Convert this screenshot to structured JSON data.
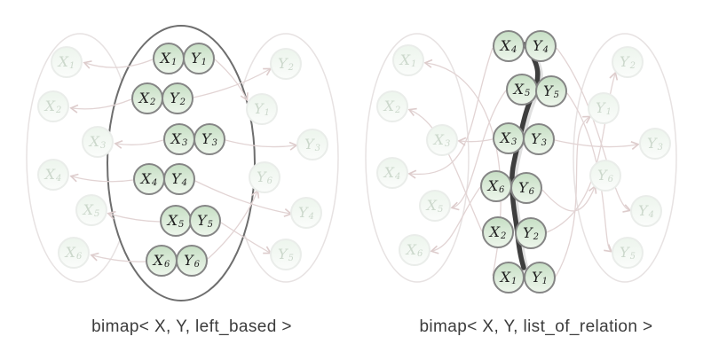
{
  "panels": [
    {
      "name": "left_based",
      "caption": "bimap< X, Y, left_based >",
      "left_set": [
        {
          "main": "X",
          "sub": "1"
        },
        {
          "main": "X",
          "sub": "2"
        },
        {
          "main": "X",
          "sub": "3"
        },
        {
          "main": "X",
          "sub": "4"
        },
        {
          "main": "X",
          "sub": "5"
        },
        {
          "main": "X",
          "sub": "6"
        }
      ],
      "right_set": [
        {
          "main": "Y",
          "sub": "2"
        },
        {
          "main": "Y",
          "sub": "1"
        },
        {
          "main": "Y",
          "sub": "3"
        },
        {
          "main": "Y",
          "sub": "6"
        },
        {
          "main": "Y",
          "sub": "4"
        },
        {
          "main": "Y",
          "sub": "5"
        }
      ],
      "pairs": [
        [
          {
            "main": "X",
            "sub": "1"
          },
          {
            "main": "Y",
            "sub": "1"
          }
        ],
        [
          {
            "main": "X",
            "sub": "2"
          },
          {
            "main": "Y",
            "sub": "2"
          }
        ],
        [
          {
            "main": "X",
            "sub": "3"
          },
          {
            "main": "Y",
            "sub": "3"
          }
        ],
        [
          {
            "main": "X",
            "sub": "4"
          },
          {
            "main": "Y",
            "sub": "4"
          }
        ],
        [
          {
            "main": "X",
            "sub": "5"
          },
          {
            "main": "Y",
            "sub": "5"
          }
        ],
        [
          {
            "main": "X",
            "sub": "6"
          },
          {
            "main": "Y",
            "sub": "6"
          }
        ]
      ]
    },
    {
      "name": "list_of_relation",
      "caption": "bimap< X, Y, list_of_relation >",
      "left_set": [
        {
          "main": "X",
          "sub": "1"
        },
        {
          "main": "X",
          "sub": "2"
        },
        {
          "main": "X",
          "sub": "3"
        },
        {
          "main": "X",
          "sub": "4"
        },
        {
          "main": "X",
          "sub": "5"
        },
        {
          "main": "X",
          "sub": "6"
        }
      ],
      "right_set": [
        {
          "main": "Y",
          "sub": "2"
        },
        {
          "main": "Y",
          "sub": "1"
        },
        {
          "main": "Y",
          "sub": "3"
        },
        {
          "main": "Y",
          "sub": "6"
        },
        {
          "main": "Y",
          "sub": "4"
        },
        {
          "main": "Y",
          "sub": "5"
        }
      ],
      "pairs": [
        [
          {
            "main": "X",
            "sub": "4"
          },
          {
            "main": "Y",
            "sub": "4"
          }
        ],
        [
          {
            "main": "X",
            "sub": "5"
          },
          {
            "main": "Y",
            "sub": "5"
          }
        ],
        [
          {
            "main": "X",
            "sub": "3"
          },
          {
            "main": "Y",
            "sub": "3"
          }
        ],
        [
          {
            "main": "X",
            "sub": "6"
          },
          {
            "main": "Y",
            "sub": "6"
          }
        ],
        [
          {
            "main": "X",
            "sub": "2"
          },
          {
            "main": "Y",
            "sub": "2"
          }
        ],
        [
          {
            "main": "X",
            "sub": "1"
          },
          {
            "main": "Y",
            "sub": "1"
          }
        ]
      ]
    }
  ],
  "colors": {
    "pair_node_fill": "#d5e8d3",
    "pair_node_border": "#858585",
    "faded_node_fill": "#f2f7f2",
    "faded_node_border": "#eaedea",
    "faded_ellipse_stroke": "#e7e2e2",
    "container_ellipse_stroke": "#6e6e6e",
    "arrow_stroke": "#e2d4d4",
    "relation_chain_line": "#3e3e3e",
    "caption_text": "#3c3c3c"
  }
}
